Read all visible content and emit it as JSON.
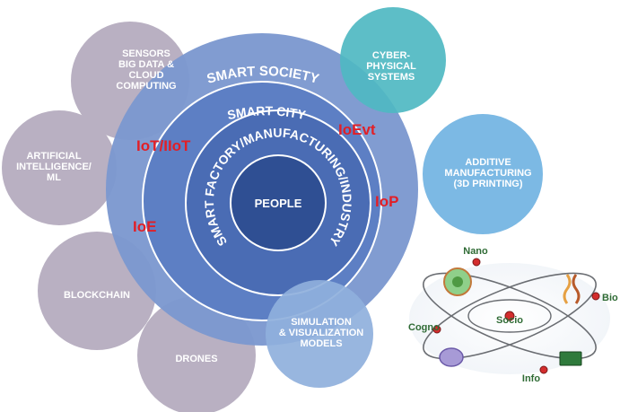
{
  "rings": {
    "smart_society": "SMART SOCIETY",
    "smart_city": "SMART CITY",
    "smart_factory": "SMART FACTORY/MANUFACTURING/INDUSTRY",
    "center": "PEOPLE"
  },
  "satellites": [
    {
      "lines": [
        "SENSORS",
        "BIG DATA &",
        "CLOUD",
        "COMPUTING"
      ]
    },
    {
      "lines": [
        "ARTIFICIAL",
        "INTELLIGENCE/",
        "ML"
      ]
    },
    {
      "lines": [
        "BLOCKCHAIN"
      ]
    },
    {
      "lines": [
        "DRONES"
      ]
    },
    {
      "lines": [
        "SIMULATION",
        "& VISUALIZATION",
        "MODELS"
      ]
    },
    {
      "lines": [
        "ADDITIVE",
        "MANUFACTURING",
        "(3D PRINTING)"
      ]
    },
    {
      "lines": [
        "CYBER-",
        "PHYSICAL",
        "SYSTEMS"
      ]
    }
  ],
  "red_labels": {
    "iot": "IoT/IIoT",
    "ioevt": "IoEvt",
    "ioe": "IoE",
    "iop": "IoP"
  },
  "convergence": {
    "nano": "Nano",
    "bio": "Bio",
    "cogno": "Cogno",
    "socio": "Socio",
    "info": "Info"
  },
  "colors": {
    "outer_ring": "#7c98cf",
    "middle_ring": "#5d7fc4",
    "inner_ring": "#4a6cb4",
    "core": "#2f4f93",
    "gray_satellite": "#b9b0c2",
    "teal_satellite": "#4fb8c2",
    "light_blue_satellite": "#7cb9e4",
    "sim_satellite": "#8fb0dc",
    "accent_red": "#e21f26"
  }
}
